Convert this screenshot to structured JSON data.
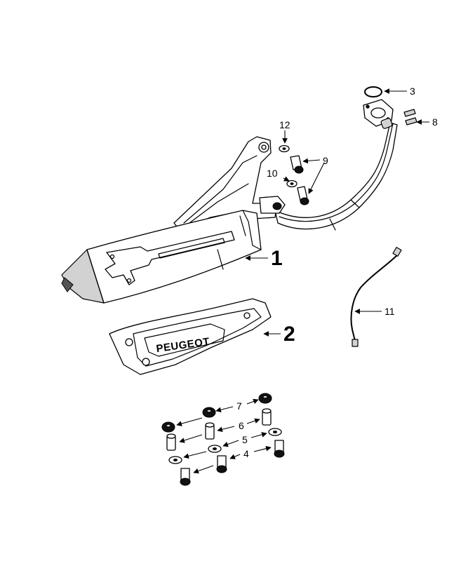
{
  "diagram": {
    "brand_text": "PEUGEOT",
    "callouts": {
      "muffler": "1",
      "heat_shield": "2",
      "gasket": "3",
      "bolt": "4",
      "washer": "5",
      "spacer": "6",
      "rubber_grommet": "7",
      "stud": "8",
      "mount_bolt": "9",
      "small_washer": "10",
      "o2_sensor_cable": "11",
      "bracket_washer": "12"
    }
  }
}
